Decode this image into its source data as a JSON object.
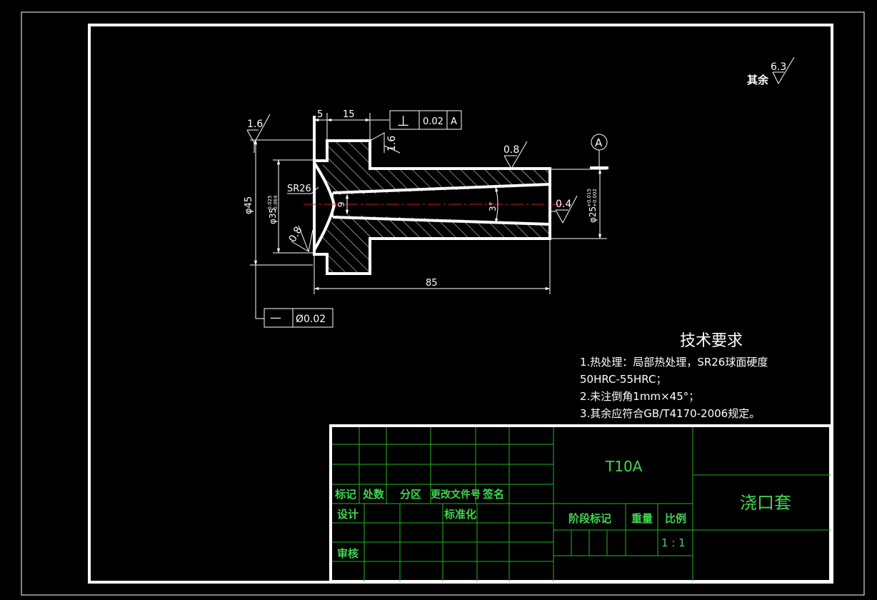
{
  "colors": {
    "background": "#000000",
    "lines": "#ffffff",
    "title_block_grid": "#1fb61f",
    "title_block_text": "#3fd84f",
    "centerline": "#d22020"
  },
  "roughness": {
    "other_label": "其余",
    "other_value": "6.3",
    "left_face": "1.6",
    "shoulder": "1.6",
    "outer_surface": "0.8",
    "bore_end": "0.4",
    "spherical_face": "0.8"
  },
  "dimensions": {
    "flange_thickness": "5",
    "shoulder_length": "15",
    "overall_length": "85",
    "flange_diameter": "φ45",
    "shoulder_diameter": "φ35",
    "shoulder_diameter_tol_upper": "-0.025",
    "shoulder_diameter_tol_lower": "-0.064",
    "end_diameter": "φ25",
    "end_diameter_tol_upper": "+0.015",
    "end_diameter_tol_lower": "+0.002",
    "sphere_radius": "SR26",
    "bore_diameter": "9",
    "taper_angle": "3°"
  },
  "datum": {
    "label": "A"
  },
  "tolerances": {
    "perpendicularity": {
      "symbol": "⊥",
      "value": "0.02",
      "datum": "A"
    },
    "straightness": {
      "symbol": "—",
      "value": "Ø0.02"
    }
  },
  "tech_requirements": {
    "title": "技术要求",
    "items": [
      "1.热处理：局部热处理，SR26球面硬度",
      "50HRC-55HRC；",
      "2.未注倒角1mm×45°；",
      "3.其余应符合GB/T4170-2006规定。"
    ]
  },
  "title_block": {
    "material": "T10A",
    "part_name": "浇口套",
    "headers": [
      "标记",
      "处数",
      "分区",
      "更改文件号",
      "签名"
    ],
    "design": "设计",
    "standardization": "标准化",
    "review": "审核",
    "stage_mark": "阶段标记",
    "weight": "重量",
    "scale_label": "比例",
    "scale_value": "1 : 1"
  }
}
